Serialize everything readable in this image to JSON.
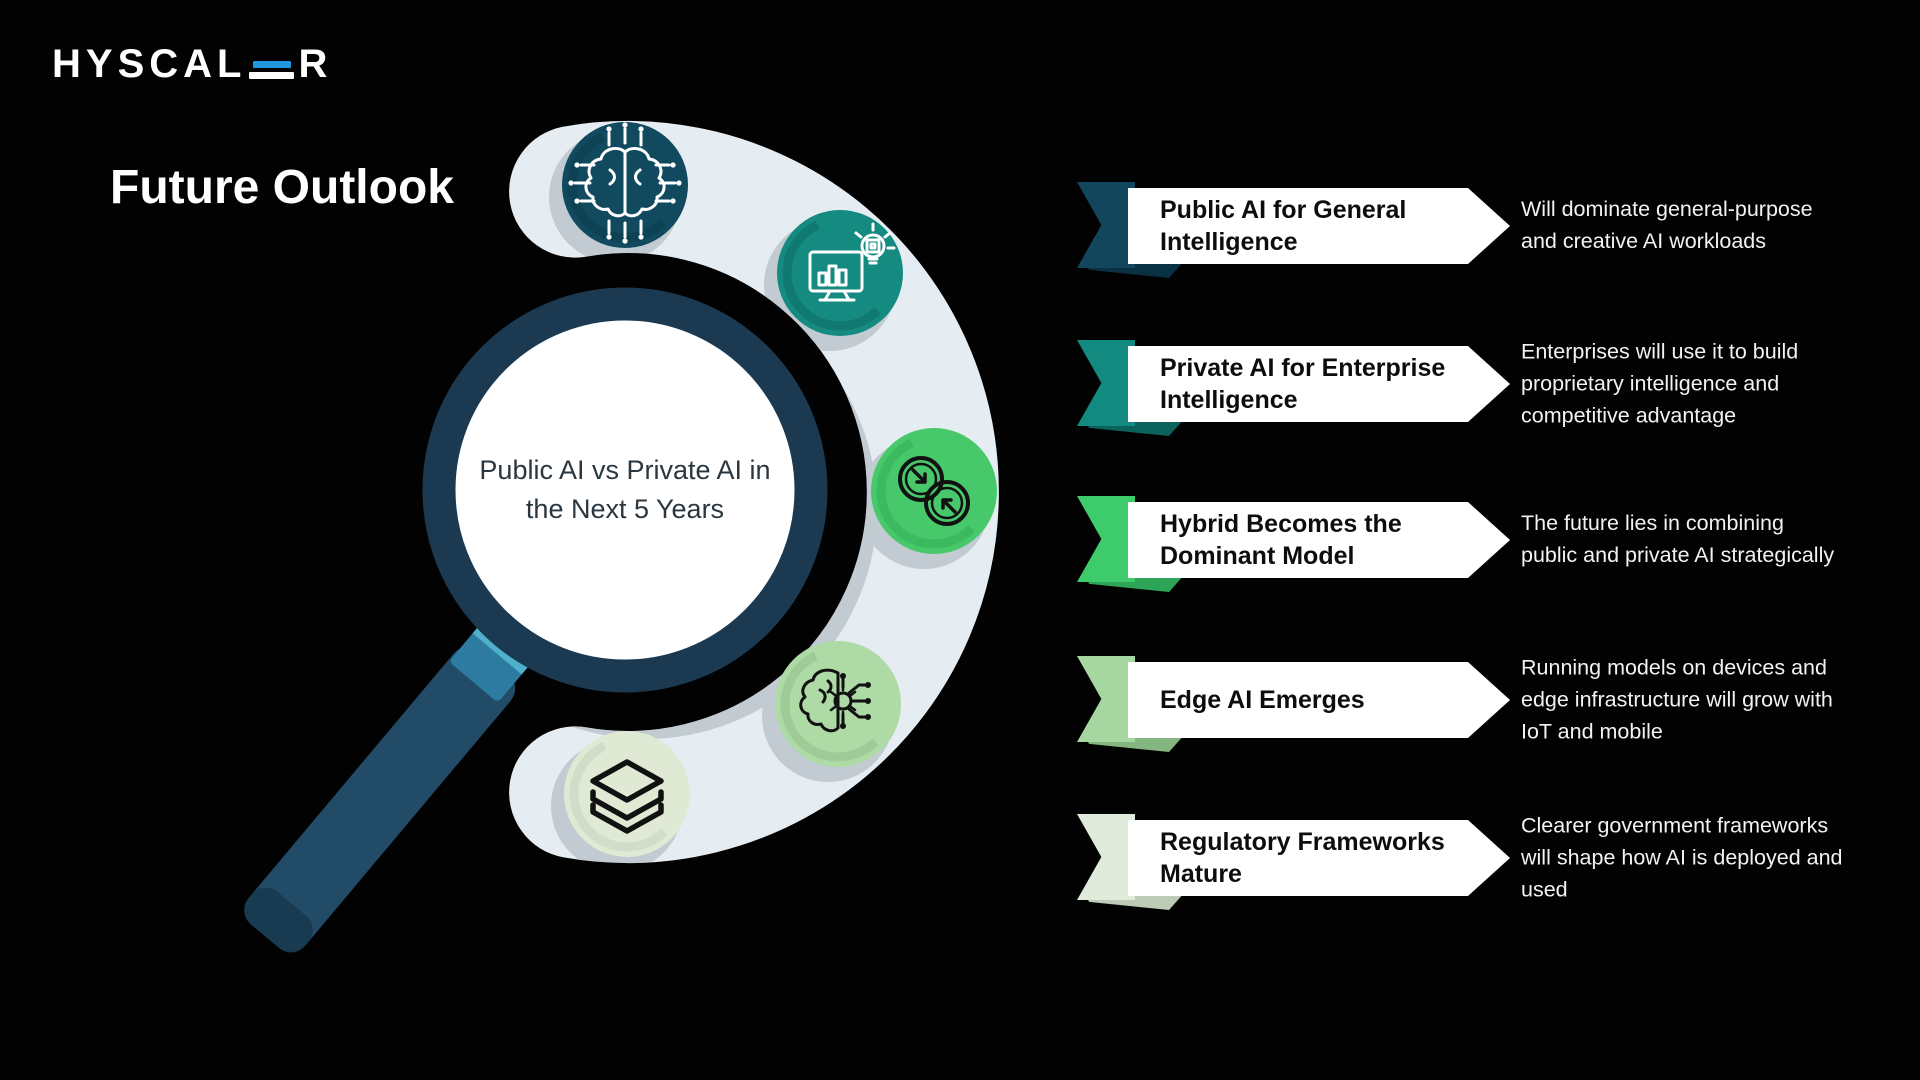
{
  "brand": {
    "logo_prefix": "HYSCAL",
    "logo_suffix": "R",
    "logo_accent": "#2196e0"
  },
  "page": {
    "title": "Future Outlook",
    "background": "#000000"
  },
  "center": {
    "text": "Public AI vs Private AI in\nthe Next 5 Years"
  },
  "items": [
    {
      "label": "Public AI for General\nIntelligence",
      "description": "Will dominate general-purpose\nand creative AI workloads",
      "flag_color": "#11465c",
      "fold_color": "#0a3043",
      "circle_color": "#114a5e",
      "circle_shade": "#0b3c4e",
      "icon": "ai-brain-icon",
      "icon_color": "#ffffff"
    },
    {
      "label": "Private AI for Enterprise\nIntelligence",
      "description": "Enterprises will use it to build\nproprietary intelligence and\ncompetitive advantage",
      "flag_color": "#138a80",
      "fold_color": "#0c635c",
      "circle_color": "#158a81",
      "circle_shade": "#0f6f66",
      "icon": "analytics-monitor-icon",
      "icon_color": "#ffffff"
    },
    {
      "label": "Hybrid Becomes the\nDominant Model",
      "description": "The future lies in combining\npublic and private AI strategically",
      "flag_color": "#3ecb6c",
      "fold_color": "#2ca556",
      "circle_color": "#47c96b",
      "circle_shade": "#33b058",
      "icon": "hybrid-venn-icon",
      "icon_color": "#111111"
    },
    {
      "label": "Edge AI Emerges",
      "description": "Running models on devices and\nedge infrastructure will grow with\nIoT and mobile",
      "flag_color": "#a7d7a1",
      "fold_color": "#85b67f",
      "circle_color": "#aedaa6",
      "circle_shade": "#93c28c",
      "icon": "edge-brain-circuit-icon",
      "icon_color": "#111111"
    },
    {
      "label": "Regulatory Frameworks\nMature",
      "description": "Clearer government frameworks\nwill shape how AI is deployed and\nused",
      "flag_color": "#e0ebdb",
      "fold_color": "#bdcbb7",
      "circle_color": "#dfe9d4",
      "circle_shade": "#c8d6c0",
      "icon": "layers-icon",
      "icon_color": "#111111"
    }
  ],
  "colors": {
    "background": "#000000",
    "ring": "#e5edf2",
    "ring_shadow": "#9fabb1",
    "lens_ring": "#1b3a52",
    "lens_fill": "#ffffff",
    "handle": "#224b68",
    "handle_tip": "#16384f",
    "collar": "#2d7ba0",
    "collar_stripe": "#4fb0cb",
    "banner_bg": "#ffffff",
    "banner_text": "#0d0d0d",
    "description_text": "#f2f2f2",
    "title_color": "#ffffff",
    "lens_caption_text": "#2a3740"
  }
}
